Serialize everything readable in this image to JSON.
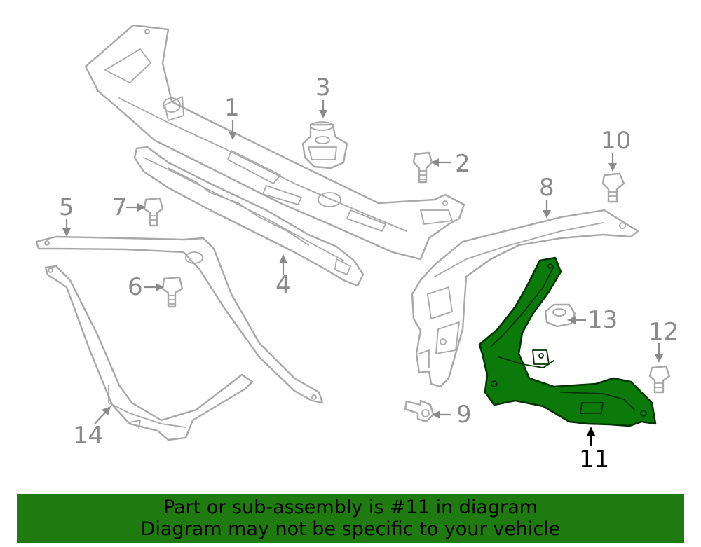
{
  "diagram": {
    "callouts": {
      "c1": "1",
      "c2": "2",
      "c3": "3",
      "c4": "4",
      "c5": "5",
      "c6": "6",
      "c7": "7",
      "c8": "8",
      "c9": "9",
      "c10": "10",
      "c11": "11",
      "c12": "12",
      "c13": "13",
      "c14": "14"
    },
    "highlighted_part": "11",
    "colors": {
      "highlight_fill": "#0b7a0b",
      "part_stroke": "#a8a8a8",
      "callout_text": "#8a8a8a",
      "banner_bg": "#1f7a0f"
    }
  },
  "banner": {
    "line1": "Part or sub-assembly is #11 in diagram",
    "line2": "Diagram may not be specific to your vehicle"
  }
}
